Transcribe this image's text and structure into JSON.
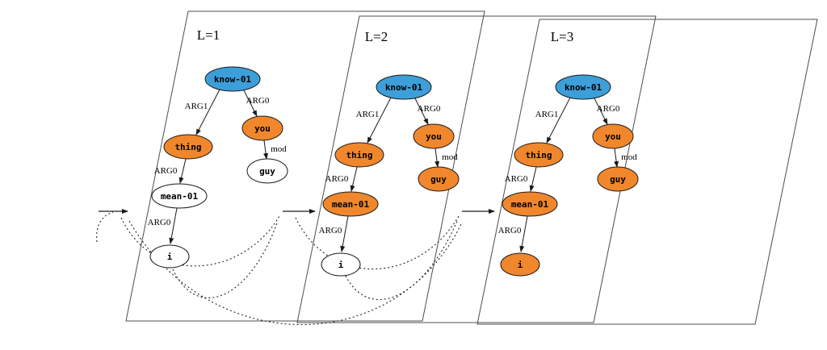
{
  "diagram": {
    "background": "#ffffff",
    "colors": {
      "root_node": "#3d9fd9",
      "active_node": "#f0872c",
      "inactive_node": "#ffffff",
      "node_stroke": "#1a1a1a",
      "plane_stroke": "#4d4d4d",
      "edge_stroke": "#1a1a1a"
    },
    "layers": [
      {
        "label": "L=1",
        "nodes": {
          "know": {
            "label": "know-01",
            "fill": "#3d9fd9"
          },
          "thing": {
            "label": "thing",
            "fill": "#f0872c"
          },
          "you": {
            "label": "you",
            "fill": "#f0872c"
          },
          "guy": {
            "label": "guy",
            "fill": "#ffffff"
          },
          "mean": {
            "label": "mean-01",
            "fill": "#ffffff"
          },
          "i": {
            "label": "i",
            "fill": "#ffffff"
          }
        },
        "edges": {
          "know_thing": "ARG1",
          "know_you": "ARG0",
          "you_guy": "mod",
          "thing_mean": "ARG0",
          "mean_i": "ARG0"
        }
      },
      {
        "label": "L=2",
        "nodes": {
          "know": {
            "label": "know-01",
            "fill": "#3d9fd9"
          },
          "thing": {
            "label": "thing",
            "fill": "#f0872c"
          },
          "you": {
            "label": "you",
            "fill": "#f0872c"
          },
          "guy": {
            "label": "guy",
            "fill": "#f0872c"
          },
          "mean": {
            "label": "mean-01",
            "fill": "#f0872c"
          },
          "i": {
            "label": "i",
            "fill": "#ffffff"
          }
        },
        "edges": {
          "know_thing": "ARG1",
          "know_you": "ARG0",
          "you_guy": "mod",
          "thing_mean": "ARG0",
          "mean_i": "ARG0"
        }
      },
      {
        "label": "L=3",
        "nodes": {
          "know": {
            "label": "know-01",
            "fill": "#3d9fd9"
          },
          "thing": {
            "label": "thing",
            "fill": "#f0872c"
          },
          "you": {
            "label": "you",
            "fill": "#f0872c"
          },
          "guy": {
            "label": "guy",
            "fill": "#f0872c"
          },
          "mean": {
            "label": "mean-01",
            "fill": "#f0872c"
          },
          "i": {
            "label": "i",
            "fill": "#f0872c"
          }
        },
        "edges": {
          "know_thing": "ARG1",
          "know_you": "ARG0",
          "you_guy": "mod",
          "thing_mean": "ARG0",
          "mean_i": "ARG0"
        }
      }
    ]
  }
}
